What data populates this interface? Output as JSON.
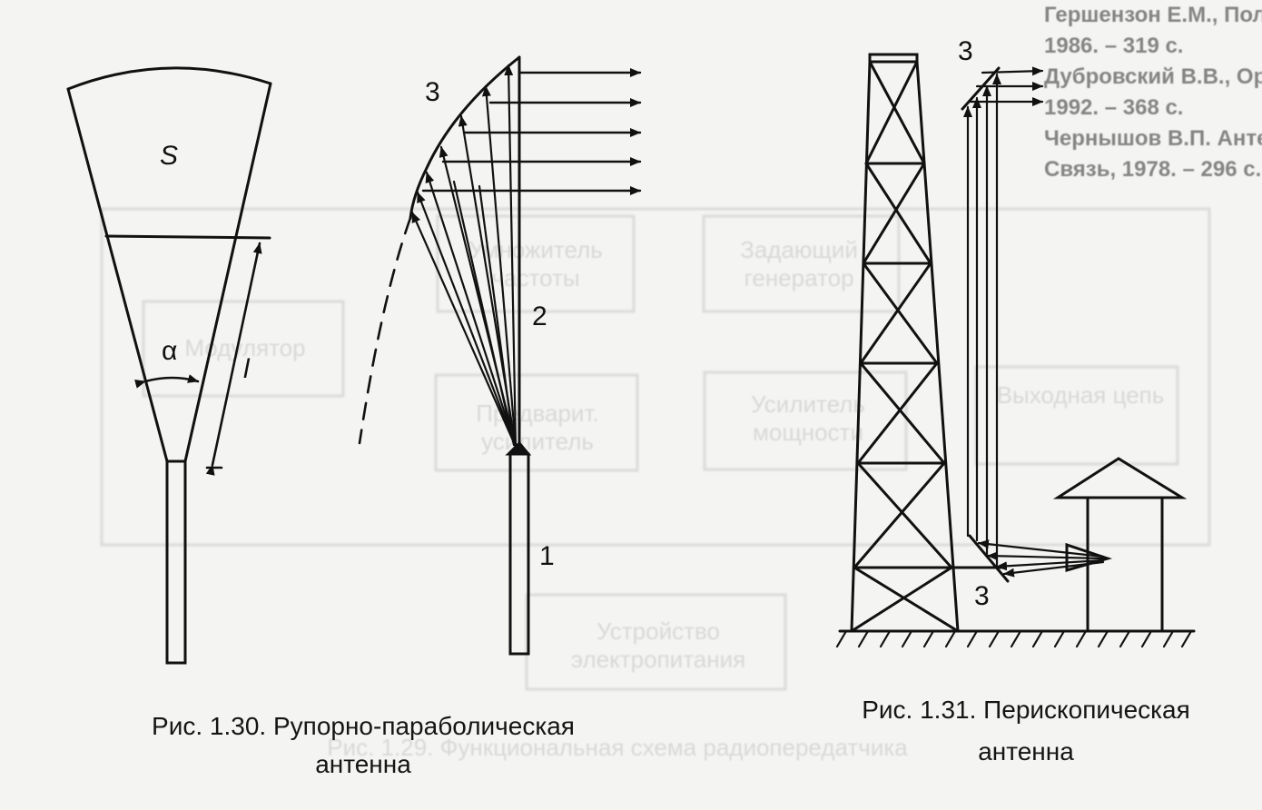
{
  "figure_1_30": {
    "caption_line1": "Рис. 1.30. Рупорно-параболическая",
    "caption_line2": "антенна",
    "label_s": "S",
    "label_alpha": "α",
    "label_l": "l",
    "label_1": "1",
    "label_2": "2",
    "label_3": "3"
  },
  "figure_1_31": {
    "caption_line1": "Рис. 1.31. Перископическая",
    "caption_line2": "антенна",
    "label_3_top": "3",
    "label_3_bottom": "3"
  },
  "bleed_through": {
    "references": [
      "Гершензон Е.М., Полянина Г.Д., Соина Н.В. Радиотехника. – М.: Просвещение,",
      "1986. – 319 с.",
      "Дубровский В.В., Орлов В.А. Радиотехника и антенны. – М.: Радио и связь,",
      "1992. – 368 с.",
      "Чернышов В.П. Антенно-фидерные устройства радиосвязи и радиовещания. – М.:",
      "Связь, 1978. – 296 с."
    ],
    "blocks": [
      "Умножитель частоты",
      "Задающий генератор",
      "Модулятор",
      "Предварит. усилитель",
      "Усилитель мощности",
      "Выходная цепь",
      "Устройство электропитания"
    ],
    "caption": "Рис. 1.29. Функциональная схема радиопередатчика"
  }
}
